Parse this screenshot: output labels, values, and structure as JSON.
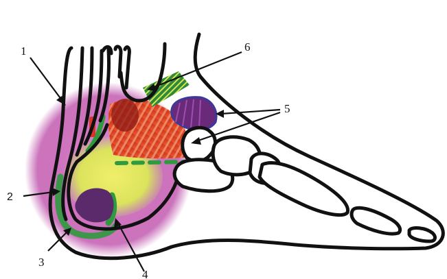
{
  "labels": [
    {
      "id": "1",
      "text": "1"
    },
    {
      "id": "2",
      "text": "2"
    },
    {
      "id": "3",
      "text": "3"
    },
    {
      "id": "4",
      "text": "4"
    },
    {
      "id": "5",
      "text": "5"
    },
    {
      "id": "6",
      "text": "6"
    }
  ],
  "colors": {
    "outline": "#111111",
    "outer_glow": "#c25bb0",
    "inner_yellow": "#e6ea5a",
    "green_tissue": "#2f9a3e",
    "red_tissue": "#d8352a",
    "purple_mass": "#6a2a7a",
    "background": "#ffffff"
  }
}
